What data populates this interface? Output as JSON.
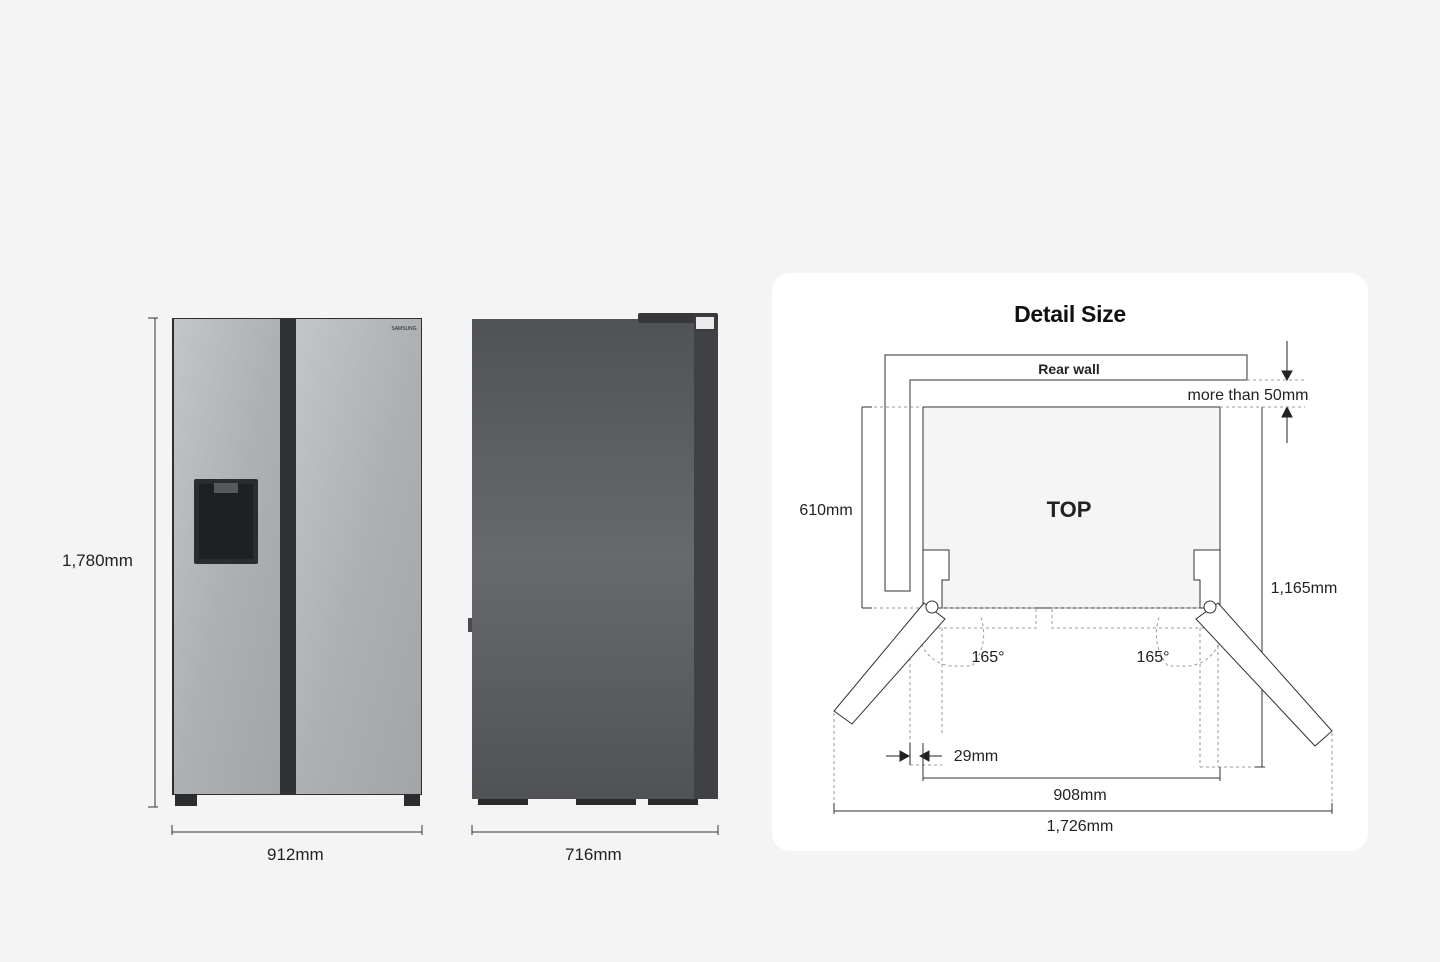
{
  "front_view": {
    "height_label": "1,780mm",
    "width_label": "912mm",
    "brand_mark": "SAMSUNG"
  },
  "side_view": {
    "depth_label": "716mm"
  },
  "detail": {
    "title": "Detail Size",
    "rear_wall_label": "Rear wall",
    "clearance_label": "more than 50mm",
    "top_label": "TOP",
    "depth_label": "610mm",
    "door_open_depth_label": "1,165mm",
    "angle_left_label": "165°",
    "angle_right_label": "165°",
    "gap_label": "29mm",
    "inner_width_label": "908mm",
    "total_width_label": "1,726mm"
  },
  "colors": {
    "background": "#f4f4f4",
    "panel": "#ffffff",
    "steel": "#b4b6b9",
    "dark_steel": "#5d6064",
    "line": "#222222",
    "top_fill": "#f5f5f5"
  }
}
